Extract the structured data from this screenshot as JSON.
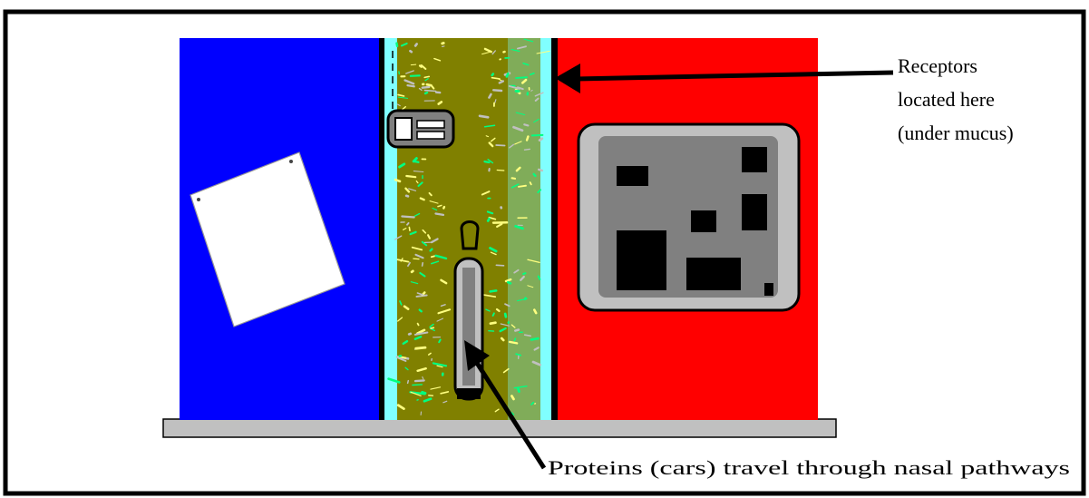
{
  "annotations": {
    "receptors": {
      "line1": "Receptors",
      "line2": "located here",
      "line3": "(under mucus)"
    },
    "proteins": "Proteins (cars) travel through nasal pathways"
  },
  "colors": {
    "frame_border": "#000000",
    "left_panel": "#0000ff",
    "right_panel": "#ff0000",
    "mucus_channel": "#808000",
    "cilia_edge": "#80ffff",
    "cilia_fiber_yellow": "#ffff80",
    "cilia_fiber_gray": "#c0c0c0",
    "cilia_fiber_green": "#00ff80",
    "base_bar": "#c0c0c0",
    "window_frame": "#c0c0c0",
    "window_fill": "#808080",
    "note_paper": "#ffffff"
  },
  "icons": {
    "car_top": "car-icon",
    "car_tube": "tube-car-icon",
    "left_note": "paper-note-icon",
    "right_window": "window-icon"
  }
}
